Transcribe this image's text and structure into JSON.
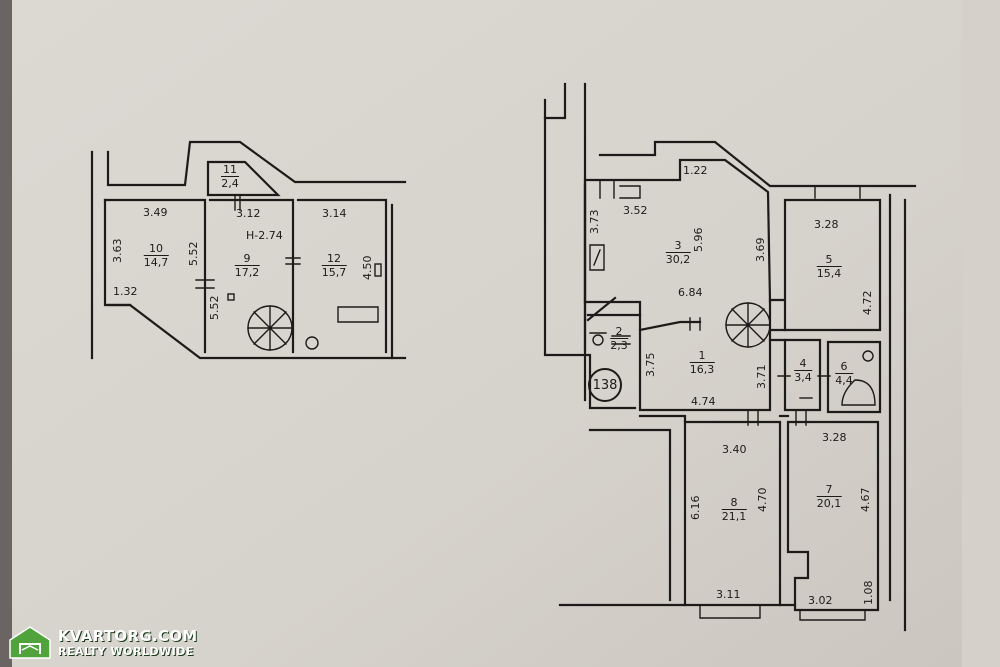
{
  "plan": {
    "upper": {
      "rooms": [
        {
          "num": "11",
          "area": "2,4"
        },
        {
          "num": "10",
          "area": "14,7"
        },
        {
          "num": "9",
          "area": "17,2"
        },
        {
          "num": "12",
          "area": "15,7"
        }
      ],
      "dims": [
        "3.49",
        "3.12",
        "3.14",
        "3.63",
        "5.52",
        "5.52",
        "4.50",
        "1.32"
      ],
      "height_note": "H-2.74"
    },
    "lower": {
      "rooms": [
        {
          "num": "3",
          "area": "30,2"
        },
        {
          "num": "5",
          "area": "15,4"
        },
        {
          "num": "2",
          "area": "2,3"
        },
        {
          "num": "1",
          "area": "16,3"
        },
        {
          "num": "4",
          "area": "3,4"
        },
        {
          "num": "6",
          "area": "4,4"
        },
        {
          "num": "8",
          "area": "21,1"
        },
        {
          "num": "7",
          "area": "20,1"
        }
      ],
      "dims": [
        "1.22",
        "3.52",
        "3.73",
        "5.96",
        "3.69",
        "6.84",
        "3.28",
        "4.72",
        "3.75",
        "3.71",
        "4.74",
        "3.40",
        "6.16",
        "4.70",
        "3.11",
        "3.28",
        "4.67",
        "3.02",
        "1.08"
      ],
      "apartment_number": "138"
    }
  },
  "watermark": {
    "name": "KVARTORG.COM",
    "tagline": "REALTY WORLDWIDE"
  }
}
